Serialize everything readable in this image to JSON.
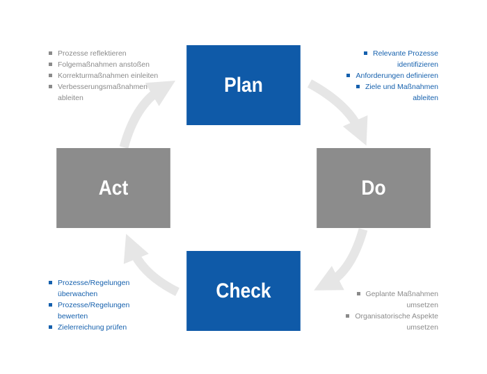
{
  "colors": {
    "plan": "#0f5aa8",
    "do": "#8c8c8c",
    "check": "#0f5aa8",
    "act": "#8c8c8c",
    "arrow": "#e6e6e6",
    "text_blue": "#1560ad",
    "text_gray": "#8a8a8a"
  },
  "phases": {
    "plan": {
      "label": "Plan"
    },
    "do": {
      "label": "Do"
    },
    "check": {
      "label": "Check"
    },
    "act": {
      "label": "Act"
    }
  },
  "notes": {
    "act": [
      [
        "Prozesse reflektieren"
      ],
      [
        "Folgemaßnahmen anstoßen"
      ],
      [
        "Korrekturmaßnahmen einleiten"
      ],
      [
        "Verbesserungsmaßnahmen",
        "ableiten"
      ]
    ],
    "plan": [
      [
        "Relevante Prozesse",
        "identifizieren"
      ],
      [
        "Anforderungen definieren"
      ],
      [
        "Ziele und Maßnahmen",
        "ableiten"
      ]
    ],
    "check": [
      [
        "Prozesse/Regelungen",
        "überwachen"
      ],
      [
        "Prozesse/Regelungen",
        "bewerten"
      ],
      [
        "Zielerreichung prüfen"
      ]
    ],
    "do": [
      [
        "Geplante Maßnahmen",
        "umsetzen"
      ],
      [
        "Organisatorische Aspekte",
        "umsetzen"
      ]
    ]
  }
}
